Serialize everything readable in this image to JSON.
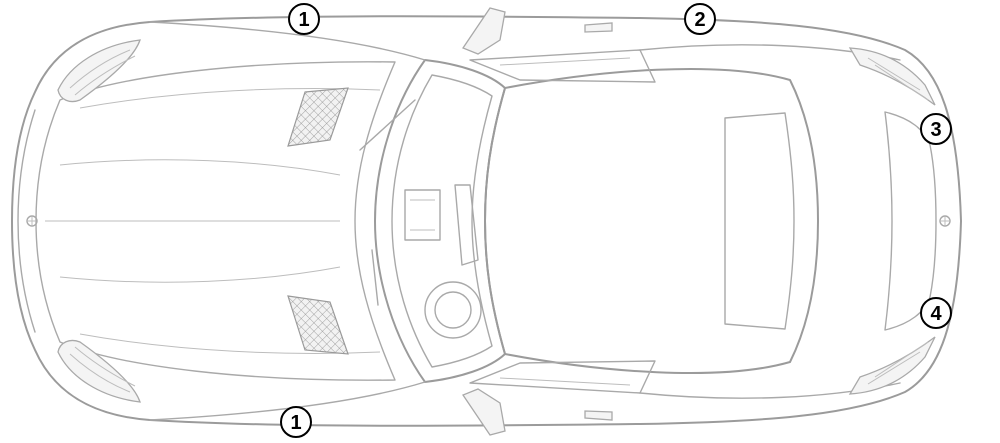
{
  "callouts": [
    {
      "id": "1",
      "label": "1"
    },
    {
      "id": "2",
      "label": "2"
    },
    {
      "id": "3",
      "label": "3"
    },
    {
      "id": "4",
      "label": "4"
    },
    {
      "id": "1b",
      "label": "1"
    }
  ],
  "colors": {
    "line": "#a9a9a9",
    "callout_stroke": "#000000",
    "background": "#ffffff"
  }
}
